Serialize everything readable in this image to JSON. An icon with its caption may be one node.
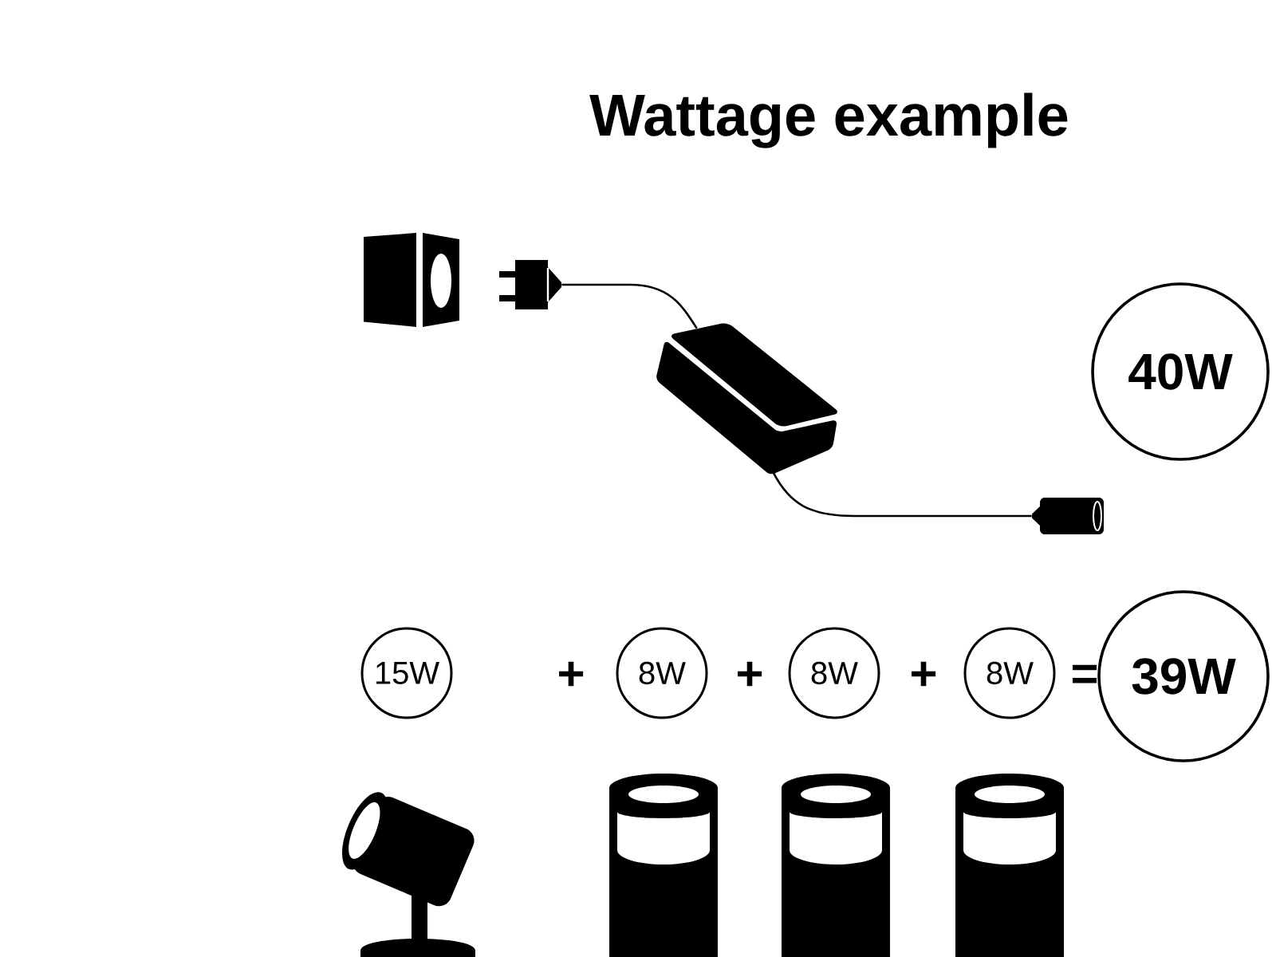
{
  "diagram": {
    "title": "Wattage example",
    "nodes": [
      {
        "text": [],
        "shape": "picture"
      },
      {
        "text": [],
        "shape": "picture"
      },
      {
        "text": [],
        "shape": "picture"
      },
      {
        "text": [
          "40W"
        ]
      },
      {
        "text": [
          "15W"
        ]
      },
      {
        "text": [
          "8W"
        ]
      },
      {
        "text": [
          "8W"
        ]
      },
      {
        "text": [
          "8W"
        ]
      },
      {
        "text": [
          "39W"
        ]
      }
    ],
    "edges": [
      {
        "from": 0,
        "to": 1,
        "arrow": "none"
      },
      {
        "from": 1,
        "to": 2,
        "arrow": "none"
      }
    ],
    "labels": [
      "+",
      "+",
      "+",
      "="
    ]
  }
}
